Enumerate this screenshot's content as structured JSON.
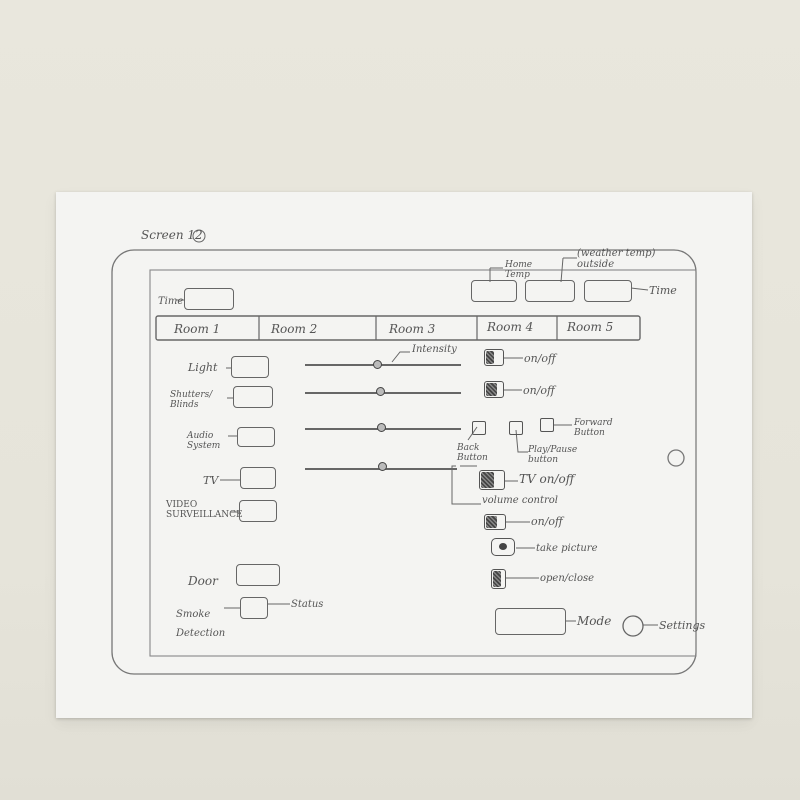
{
  "screen_title": "Screen 12",
  "header": {
    "time_label_left": "Time",
    "home_temp_label": "Home Temp",
    "weather_label": "(weather temp) outside",
    "time_label_right": "Time"
  },
  "rooms": [
    "Room 1",
    "Room 2",
    "Room 3",
    "Room 4",
    "Room 5"
  ],
  "devices": {
    "light": {
      "label": "Light",
      "slider_label": "Intensity",
      "toggle_label": "on/off"
    },
    "blinds": {
      "label": "Shutters/ Blinds",
      "toggle_label": "on/off"
    },
    "audio": {
      "label": "Audio System",
      "back_label": "Back Button",
      "play_label": "Play/Pause button",
      "forward_label": "Forward Button"
    },
    "tv": {
      "label": "TV",
      "toggle_label": "TV on/off",
      "volume_label": "volume control"
    },
    "video": {
      "label": "VIDEO SURVEILLANCE",
      "toggle_label": "on/off",
      "camera_label": "take picture"
    },
    "door": {
      "label": "Door",
      "toggle_label": "open/close"
    },
    "smoke": {
      "label": "Smoke Detection",
      "status_label": "Status"
    }
  },
  "footer": {
    "mode_label": "Mode",
    "settings_label": "Settings"
  },
  "colors": {
    "paper": "#f4f4f2",
    "background": "#e7e5db",
    "pencil": "#555555"
  }
}
